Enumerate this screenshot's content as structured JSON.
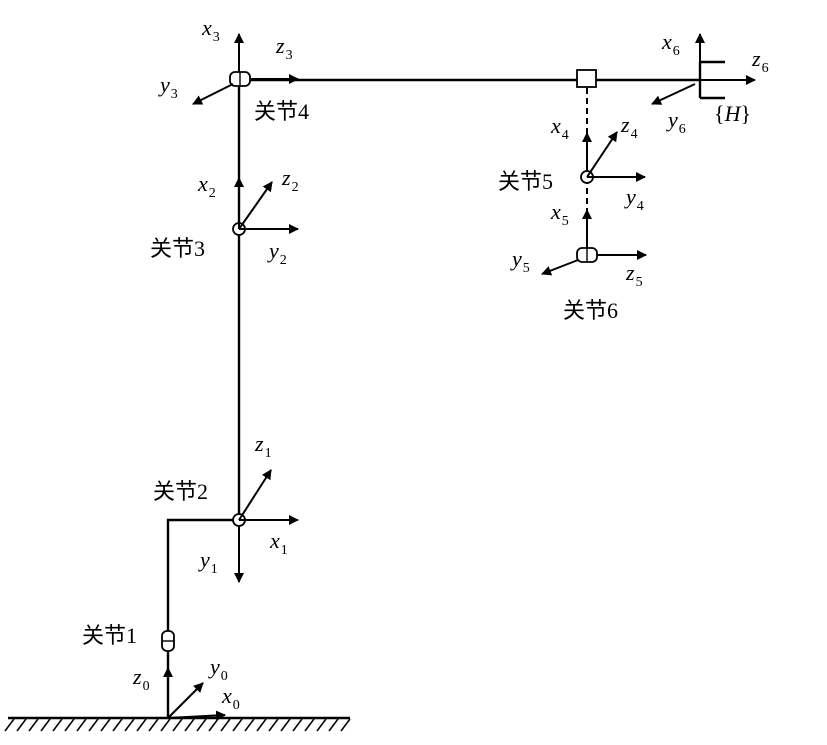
{
  "joints": [
    {
      "id": "j1",
      "label": "关节1"
    },
    {
      "id": "j2",
      "label": "关节2"
    },
    {
      "id": "j3",
      "label": "关节3"
    },
    {
      "id": "j4",
      "label": "关节4"
    },
    {
      "id": "j5",
      "label": "关节5"
    },
    {
      "id": "j6",
      "label": "关节6"
    }
  ],
  "axes": [
    {
      "id": "x0",
      "base": "x",
      "sub": "0"
    },
    {
      "id": "y0",
      "base": "y",
      "sub": "0"
    },
    {
      "id": "z0",
      "base": "z",
      "sub": "0"
    },
    {
      "id": "x1",
      "base": "x",
      "sub": "1"
    },
    {
      "id": "y1",
      "base": "y",
      "sub": "1"
    },
    {
      "id": "z1",
      "base": "z",
      "sub": "1"
    },
    {
      "id": "x2",
      "base": "x",
      "sub": "2"
    },
    {
      "id": "y2",
      "base": "y",
      "sub": "2"
    },
    {
      "id": "z2",
      "base": "z",
      "sub": "2"
    },
    {
      "id": "x3",
      "base": "x",
      "sub": "3"
    },
    {
      "id": "y3",
      "base": "y",
      "sub": "3"
    },
    {
      "id": "z3",
      "base": "z",
      "sub": "3"
    },
    {
      "id": "x4",
      "base": "x",
      "sub": "4"
    },
    {
      "id": "y4",
      "base": "y",
      "sub": "4"
    },
    {
      "id": "z4",
      "base": "z",
      "sub": "4"
    },
    {
      "id": "x5",
      "base": "x",
      "sub": "5"
    },
    {
      "id": "y5",
      "base": "y",
      "sub": "5"
    },
    {
      "id": "z5",
      "base": "z",
      "sub": "5"
    },
    {
      "id": "x6",
      "base": "x",
      "sub": "6"
    },
    {
      "id": "y6",
      "base": "y",
      "sub": "6"
    },
    {
      "id": "z6",
      "base": "z",
      "sub": "6"
    }
  ],
  "end_frame": {
    "open": "{",
    "name": "H",
    "close": "}"
  }
}
